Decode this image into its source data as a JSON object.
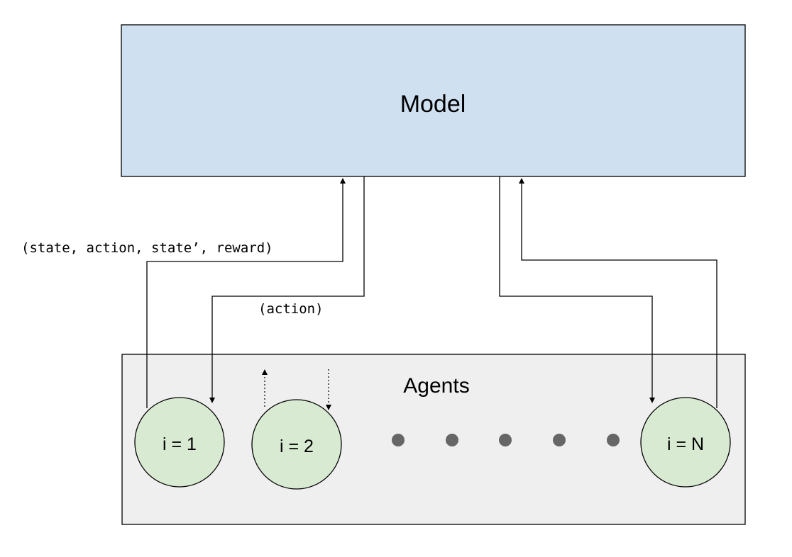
{
  "model": {
    "label": "Model",
    "fill": "#cfe0f1"
  },
  "agents": {
    "label": "Agents",
    "fill": "#efefef",
    "nodes": [
      {
        "label": "i = 1"
      },
      {
        "label": "i = 2"
      },
      {
        "label": "i = N"
      }
    ],
    "node_fill": "#d9ead3",
    "ellipsis_dot_color": "#666666"
  },
  "edges": {
    "experience_label": "(state, action, state’, reward)",
    "action_label": "(action)"
  }
}
